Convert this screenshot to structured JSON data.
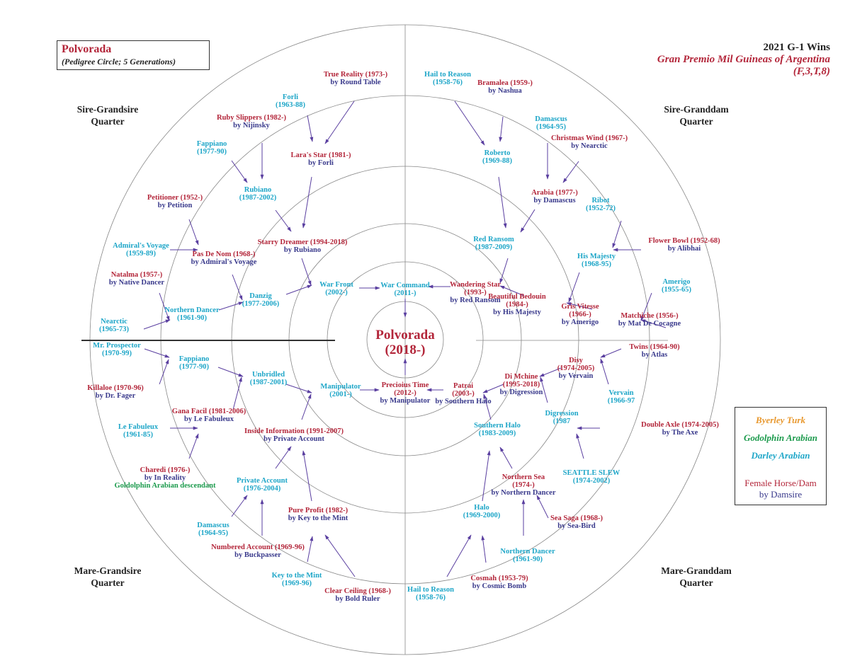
{
  "title": {
    "name": "Polvorada",
    "subtitle": "(Pedigree Circle; 5 Generations)"
  },
  "race": {
    "line1": "2021 G-1 Wins",
    "line2": "Gran Premio Mil Guineas of Argentina",
    "line3": "(F,3,T,8)"
  },
  "subject": {
    "name": "Polvorada",
    "years": "(2018-)"
  },
  "quarters": [
    {
      "l1": "Sire-Grandsire",
      "l2": "Quarter"
    },
    {
      "l1": "Sire-Granddam",
      "l2": "Quarter"
    },
    {
      "l1": "Mare-Grandsire",
      "l2": "Quarter"
    },
    {
      "l1": "Mare-Granddam",
      "l2": "Quarter"
    }
  ],
  "legend": {
    "byerley": "Byerley Turk",
    "godolphin": "Godolphin Arabian",
    "darley": "Darley Arabian",
    "female": "Female Horse/Dam",
    "damsire": "by Damsire"
  },
  "colors": {
    "male": "#1ea6c8",
    "female": "#b3263a",
    "damsire": "#3a3a8c",
    "godolphin": "#1b9a4c",
    "byerley": "#e8982e",
    "arrow": "#5a3fa0"
  },
  "nodes": [
    {
      "kind": "female",
      "lines": [
        "True Reality (1973-)",
        "by Round Table"
      ]
    },
    {
      "kind": "male",
      "lines": [
        "Forli",
        "(1963-88)"
      ]
    },
    {
      "kind": "female",
      "lines": [
        "Ruby Slippers (1982-)",
        "by Nijinsky"
      ]
    },
    {
      "kind": "male",
      "lines": [
        "Fappiano",
        "(1977-90)"
      ]
    },
    {
      "kind": "female",
      "lines": [
        "Lara's Star (1981-)",
        "by Forli"
      ]
    },
    {
      "kind": "male",
      "lines": [
        "Rubiano",
        "(1987-2002)"
      ]
    },
    {
      "kind": "female",
      "lines": [
        "Petitioner (1952-)",
        "by Petition"
      ]
    },
    {
      "kind": "male",
      "lines": [
        "Admiral's Voyage",
        "(1959-89)"
      ]
    },
    {
      "kind": "female",
      "lines": [
        "Starry Dreamer (1994-2018)",
        "by Rubiano"
      ]
    },
    {
      "kind": "female",
      "lines": [
        "Pas De Nom (1968-)",
        "by Admiral's Voyage"
      ]
    },
    {
      "kind": "female",
      "lines": [
        "Natalma (1957-)",
        "by Native Dancer"
      ]
    },
    {
      "kind": "male",
      "lines": [
        "War Front",
        "(2002-)"
      ]
    },
    {
      "kind": "male",
      "lines": [
        "Danzig",
        "(1977-2006)"
      ]
    },
    {
      "kind": "male",
      "lines": [
        "Northern Dancer",
        "(1961-90)"
      ]
    },
    {
      "kind": "male",
      "lines": [
        "Nearctic",
        "(1965-73)"
      ]
    },
    {
      "kind": "male",
      "lines": [
        "War Command",
        "(2011-)"
      ]
    },
    {
      "kind": "male",
      "lines": [
        "Hail to Reason",
        "(1958-76)"
      ]
    },
    {
      "kind": "female",
      "lines": [
        "Bramalea (1959-)",
        "by Nashua"
      ]
    },
    {
      "kind": "male",
      "lines": [
        "Damascus",
        "(1964-95)"
      ]
    },
    {
      "kind": "female",
      "lines": [
        "Christmas Wind (1967-)",
        "by Nearctic"
      ]
    },
    {
      "kind": "male",
      "lines": [
        "Roberto",
        "(1969-88)"
      ]
    },
    {
      "kind": "female",
      "lines": [
        "Arabia (1977-)",
        "by Damascus"
      ]
    },
    {
      "kind": "male",
      "lines": [
        "Ribot",
        "(1952-72)"
      ]
    },
    {
      "kind": "male",
      "lines": [
        "Red Ransom",
        "(1987-2009)"
      ]
    },
    {
      "kind": "female",
      "lines": [
        "Flower Bowl (1952-68)",
        "by Alibhai"
      ]
    },
    {
      "kind": "male",
      "lines": [
        "His Majesty",
        "(1968-95)"
      ]
    },
    {
      "kind": "male",
      "lines": [
        "Amerigo",
        "(1955-65)"
      ]
    },
    {
      "kind": "female",
      "lines": [
        "Wandering Star",
        "(1993-)",
        "by Red Ransom"
      ]
    },
    {
      "kind": "female",
      "lines": [
        "Beautiful Bedouin",
        "(1984-)",
        "by His Majesty"
      ]
    },
    {
      "kind": "female",
      "lines": [
        "Gris Vitesse",
        "(1966-)",
        "by Amerigo"
      ]
    },
    {
      "kind": "female",
      "lines": [
        "Matchiche (1956-)",
        "by Mat De Cocagne"
      ]
    },
    {
      "kind": "female",
      "lines": [
        "Twins (1964-90)",
        "by Atlas"
      ]
    },
    {
      "kind": "female",
      "lines": [
        "Disy",
        "(1974-2005)",
        "by Vervain"
      ]
    },
    {
      "kind": "female",
      "lines": [
        "Di Mchine",
        "(1995-2018)",
        "by Digression"
      ]
    },
    {
      "kind": "female",
      "lines": [
        "Patrai",
        "(2003-)",
        "by Southern Halo"
      ]
    },
    {
      "kind": "female",
      "lines": [
        "Precioius Time",
        "(2012-)",
        "by Manipulator"
      ]
    },
    {
      "kind": "male",
      "lines": [
        "Vervain",
        "(1966-97"
      ]
    },
    {
      "kind": "male",
      "lines": [
        "Digression",
        "(1987"
      ]
    },
    {
      "kind": "female",
      "lines": [
        "Double Axle (1974-2005)",
        "by The Axe"
      ]
    },
    {
      "kind": "male",
      "lines": [
        "Southern Halo",
        "(1983-2009)"
      ]
    },
    {
      "kind": "male",
      "lines": [
        "SEATTLE SLEW",
        "(1974-2002)"
      ]
    },
    {
      "kind": "female",
      "lines": [
        "Northern Sea",
        "(1974-)",
        "by Northern Dancer"
      ]
    },
    {
      "kind": "male",
      "lines": [
        "Halo",
        "(1969-2000)"
      ]
    },
    {
      "kind": "female",
      "lines": [
        "Sea Saga (1968-)",
        "by Sea-Bird"
      ]
    },
    {
      "kind": "male",
      "lines": [
        "Northern Dancer",
        "(1961-90)"
      ]
    },
    {
      "kind": "female",
      "lines": [
        "Cosmah (1953-79)",
        "by Cosmic Bomb"
      ]
    },
    {
      "kind": "male",
      "lines": [
        "Hail to Reason",
        "(1958-76)"
      ]
    },
    {
      "kind": "male",
      "lines": [
        "Mr. Prospector",
        "(1970-99)"
      ]
    },
    {
      "kind": "male",
      "lines": [
        "Fappiano",
        "(1977-90)"
      ]
    },
    {
      "kind": "female",
      "lines": [
        "Killaloe (1970-96)",
        "by Dr. Fager"
      ]
    },
    {
      "kind": "male",
      "lines": [
        "Unbridled",
        "(1987-2001)"
      ]
    },
    {
      "kind": "male",
      "lines": [
        "Manipulator",
        "(2001-)"
      ]
    },
    {
      "kind": "female",
      "lines": [
        "Gana Facil (1981-2006)",
        "by Le Fabuleux"
      ]
    },
    {
      "kind": "male",
      "lines": [
        "Le Fabuleux",
        "(1961-85)"
      ]
    },
    {
      "kind": "female",
      "lines": [
        "Inside Information (1991-2007)",
        "by Private Account"
      ]
    },
    {
      "kind": "female",
      "lines": [
        "Charedi (1976-)",
        "by In Reality"
      ],
      "note": "Goldolphin Arabian descendant"
    },
    {
      "kind": "male",
      "lines": [
        "Private Account",
        "(1976-2004)"
      ]
    },
    {
      "kind": "female",
      "lines": [
        "Pure Profit (1982-)",
        "by Key to the Mint"
      ]
    },
    {
      "kind": "male",
      "lines": [
        "Damascus",
        "(1964-95)"
      ]
    },
    {
      "kind": "female",
      "lines": [
        "Numbered Account (1969-96)",
        "by Buckpasser"
      ]
    },
    {
      "kind": "male",
      "lines": [
        "Key to the Mint",
        "(1969-96)"
      ]
    },
    {
      "kind": "female",
      "lines": [
        "Clear Ceiling (1968-)",
        "by Bold Ruler"
      ]
    }
  ]
}
